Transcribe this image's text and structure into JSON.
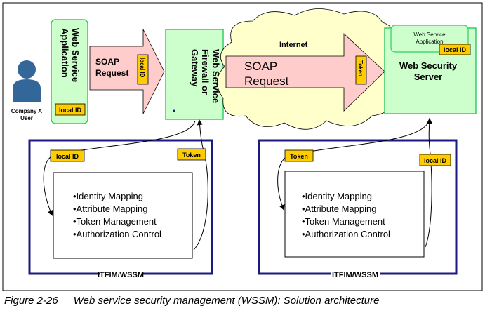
{
  "actor": {
    "label_line1": "Company A",
    "label_line2": "User"
  },
  "web_service_app": {
    "line1": "Web Service",
    "line2": "Application",
    "badge": "local ID"
  },
  "soap_request_left": {
    "line1": "SOAP",
    "line2": "Request",
    "badge": "local ID"
  },
  "firewall": {
    "line1": "Web Service",
    "line2": "Firewall or",
    "line3": "Gateway"
  },
  "internet": {
    "label": "Internet"
  },
  "soap_request_right": {
    "line1": "SOAP",
    "line2": "Request",
    "badge": "Token"
  },
  "security_server": {
    "inner_line1": "Web Service",
    "inner_line2": "Application",
    "badge": "local ID",
    "line1": "Web Security",
    "line2": "Server"
  },
  "itfim_left": {
    "label": "ITFIM/WSSM",
    "badge_in": "local ID",
    "badge_out": "Token",
    "items": [
      "•Identity Mapping",
      "•Attribute Mapping",
      "•Token Management",
      "•Authorization Control"
    ]
  },
  "itfim_right": {
    "label": "ITFIM/WSSM",
    "badge_in": "Token",
    "badge_out": "local ID",
    "items": [
      "•Identity Mapping",
      "•Attribute Mapping",
      "•Token Management",
      "•Authorization Control"
    ]
  },
  "caption": {
    "number": "Figure 2-26",
    "text": "Web service security management (WSSM): Solution architecture"
  },
  "colors": {
    "green_fill": "#ccffcc",
    "green_border": "#33cc66",
    "arrow_fill": "#ffcccc",
    "cloud_fill": "#ffffcc",
    "badge_fill": "#ffcc00",
    "frame_border": "#1a1a80",
    "user_blue": "#336699"
  }
}
